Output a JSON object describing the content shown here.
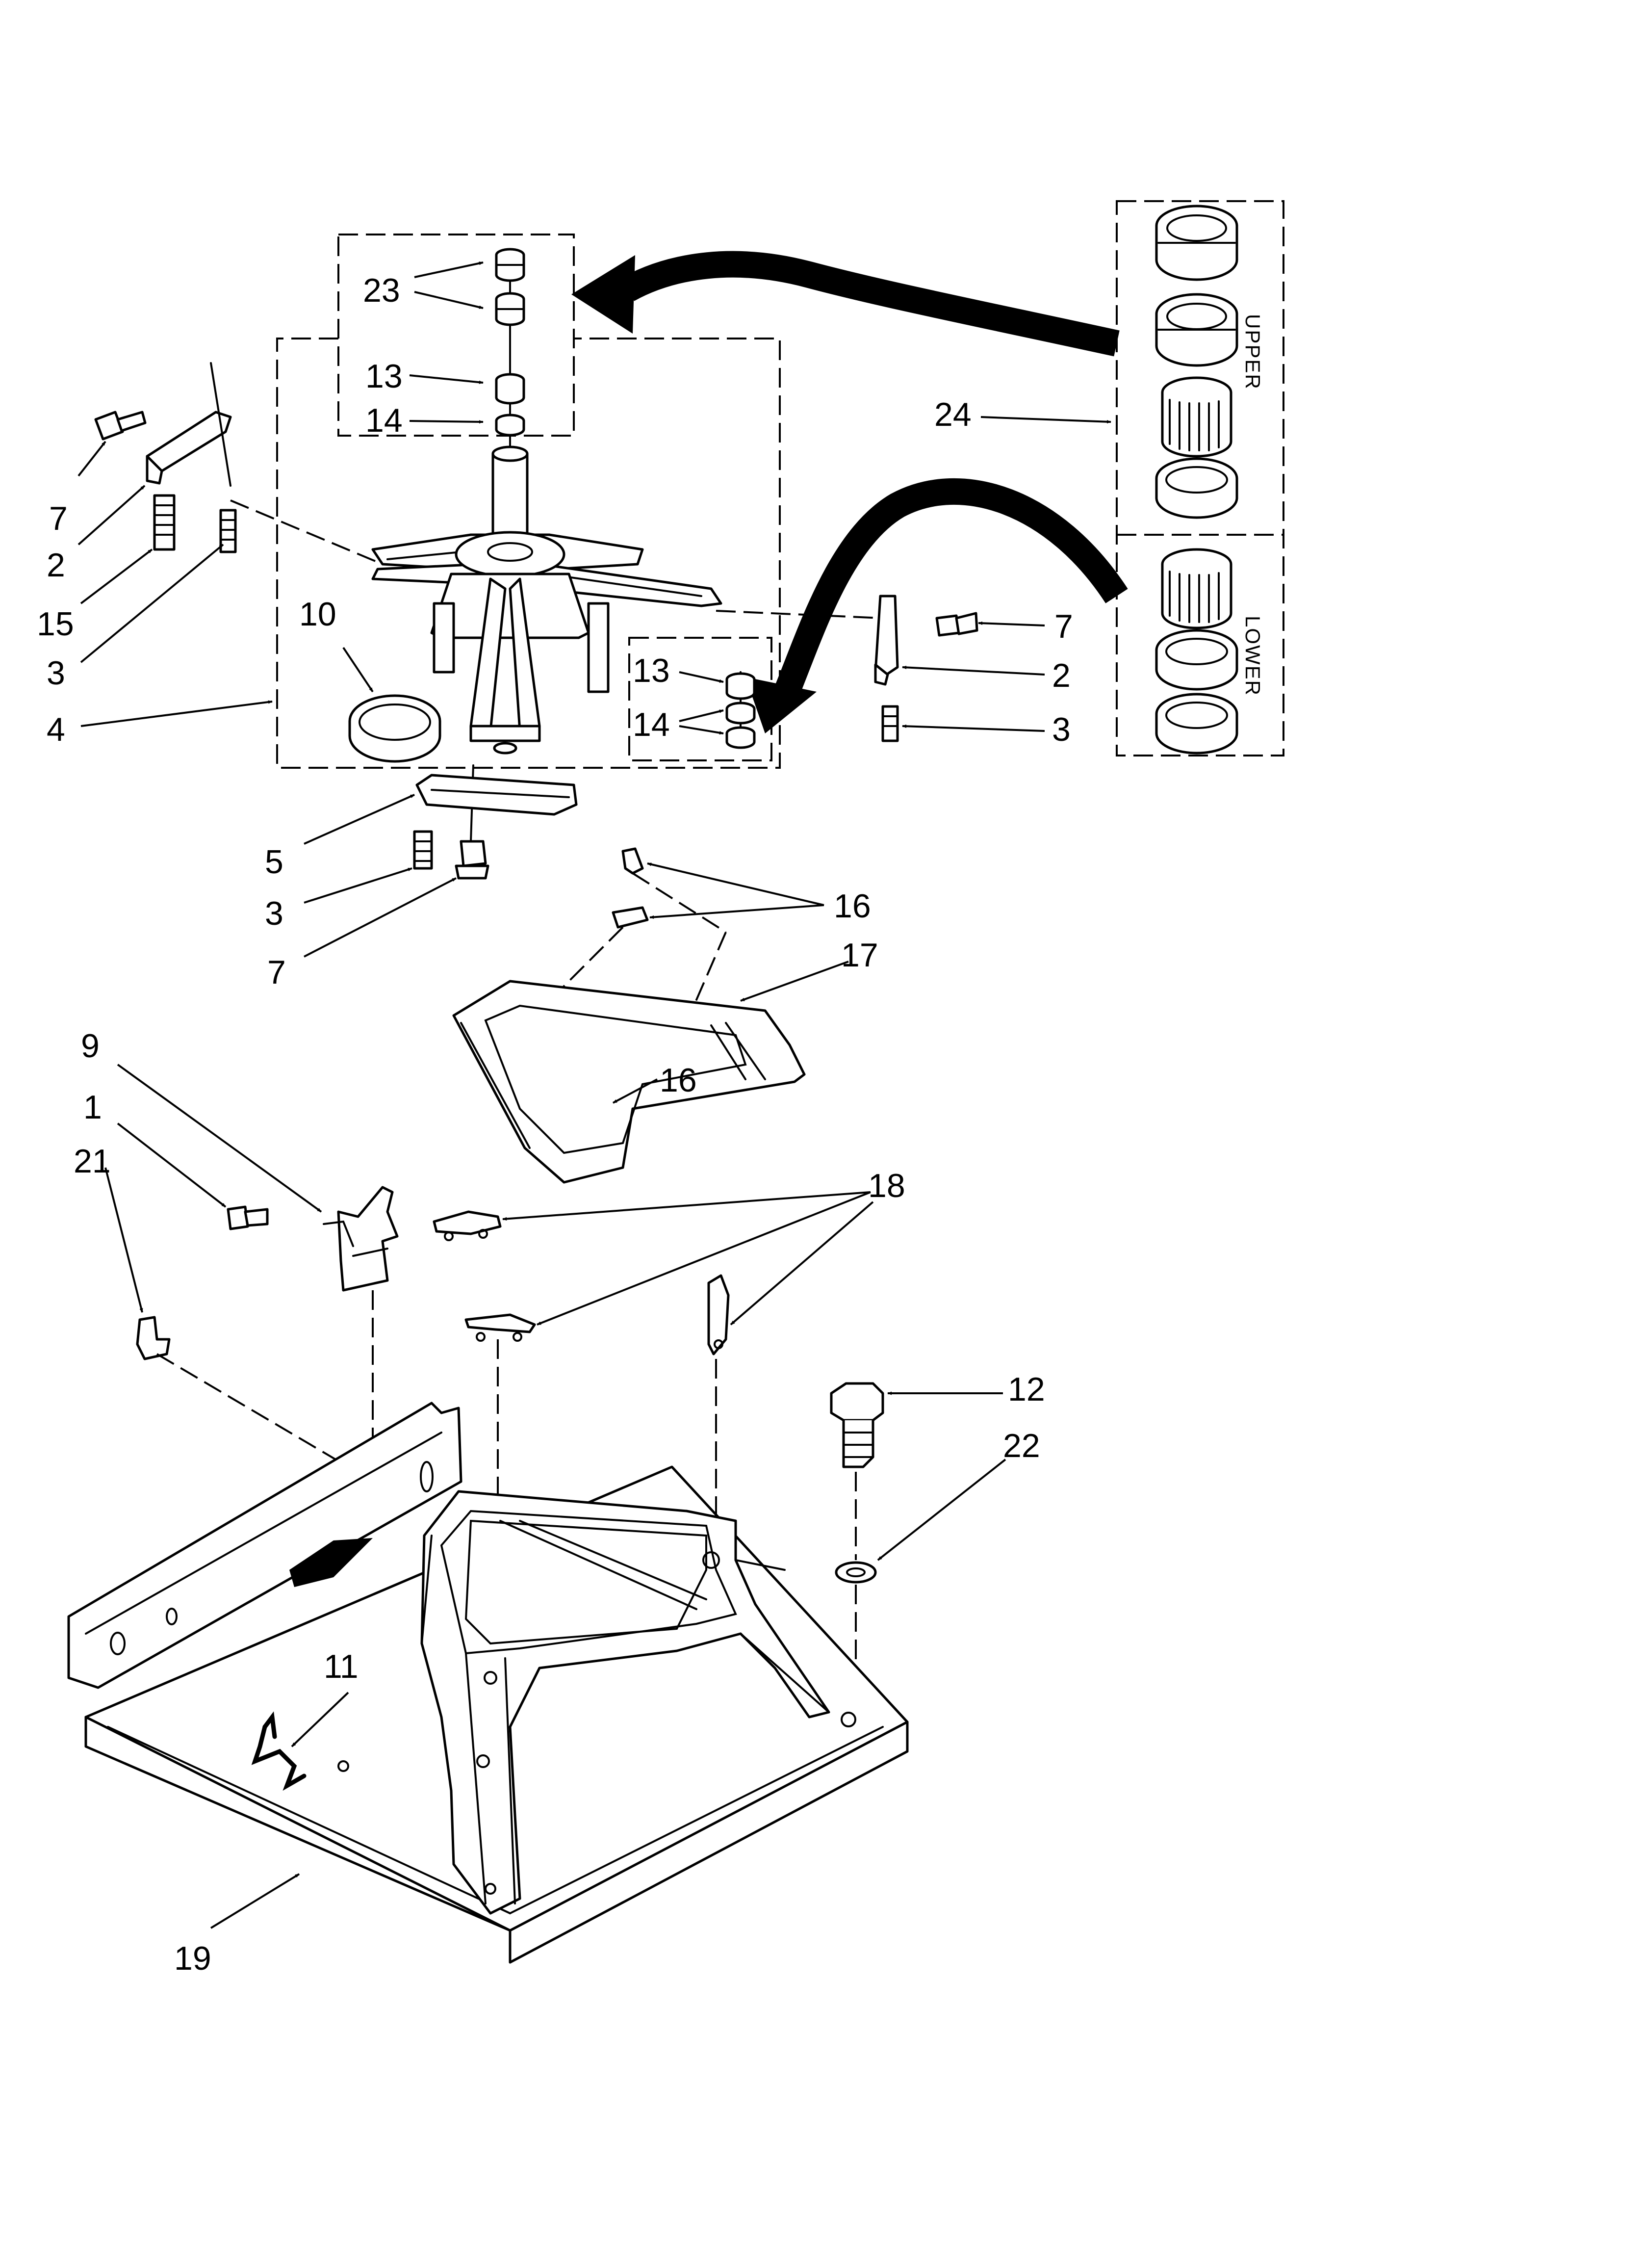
{
  "callouts": {
    "c23": "23",
    "c13a": "13",
    "c14a": "14",
    "c24": "24",
    "c7a": "7",
    "c2a": "2",
    "c15": "15",
    "c3a": "3",
    "c4": "4",
    "c10": "10",
    "c13b": "13",
    "c14b": "14",
    "c7b": "7",
    "c2b": "2",
    "c3b": "3",
    "c5": "5",
    "c3c": "3",
    "c7c": "7",
    "c16a": "16",
    "c17": "17",
    "c16b": "16",
    "c9": "9",
    "c1": "1",
    "c21": "21",
    "c18": "18",
    "c12": "12",
    "c22": "22",
    "c11": "11",
    "c19": "19"
  },
  "kit_labels": {
    "upper": "UPPER",
    "lower": "LOWER"
  }
}
